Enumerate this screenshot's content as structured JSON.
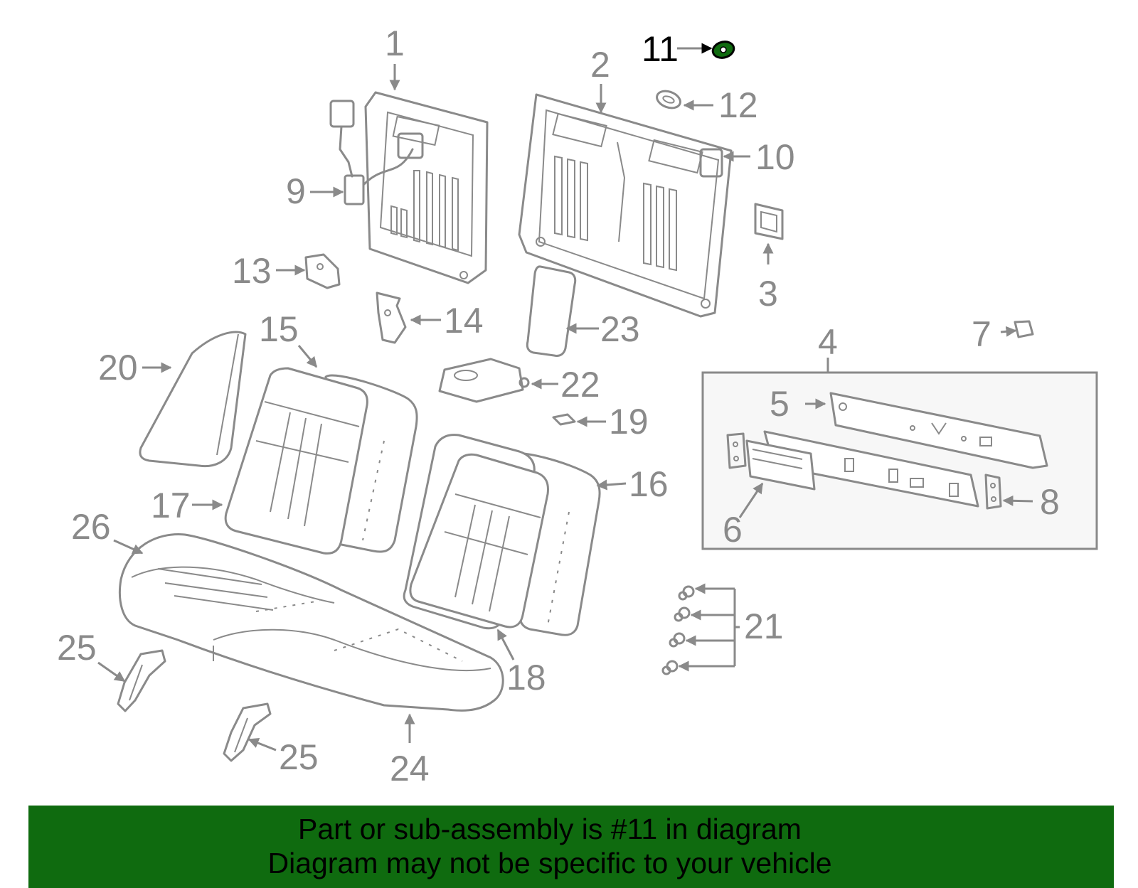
{
  "callouts": {
    "c1": "1",
    "c2": "2",
    "c3": "3",
    "c4": "4",
    "c5": "5",
    "c6": "6",
    "c7": "7",
    "c8": "8",
    "c9": "9",
    "c10": "10",
    "c11": "11",
    "c12": "12",
    "c13": "13",
    "c14": "14",
    "c15": "15",
    "c16": "16",
    "c17": "17",
    "c18": "18",
    "c19": "19",
    "c20": "20",
    "c21": "21",
    "c22": "22",
    "c23": "23",
    "c24": "24",
    "c25a": "25",
    "c25b": "25",
    "c26": "26"
  },
  "highlight": {
    "part": "11",
    "color": "#0f6b0f"
  },
  "colors": {
    "line_art": "#8a8a8a",
    "banner": "#0f6b0f",
    "text": "#000000"
  },
  "banner": {
    "line1": "Part or sub-assembly is #11 in diagram",
    "line2": "Diagram may not be specific to your vehicle"
  }
}
